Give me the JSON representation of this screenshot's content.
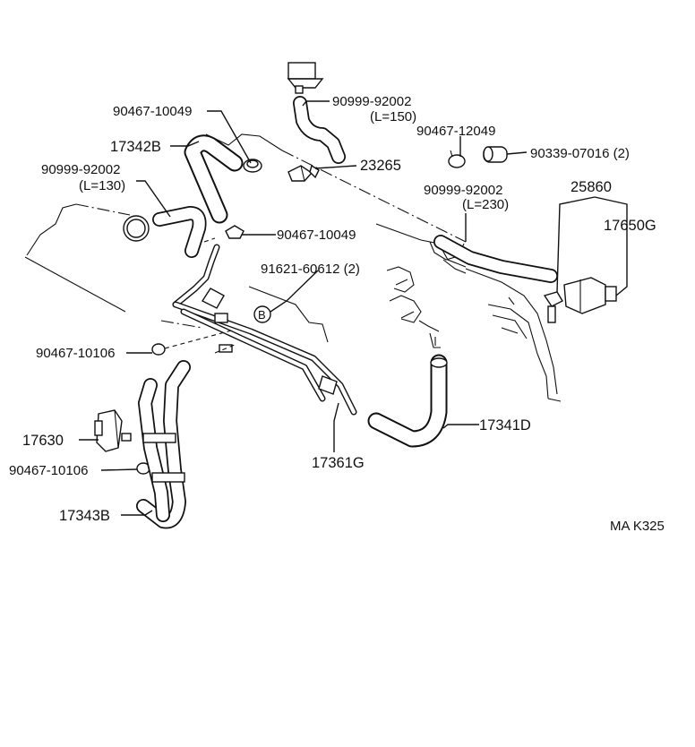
{
  "labels": {
    "p1": "90467-10049",
    "p2": "17342B",
    "p3": "90999-92002",
    "p3_len": "(L=130)",
    "p4": "90999-92002",
    "p4_len": "(L=150)",
    "p5": "23265",
    "p6": "90467-12049",
    "p7": "90339-07016 (2)",
    "p8": "90999-92002",
    "p8_len": "(L=230)",
    "p9": "25860",
    "p10": "17650G",
    "p11": "90467-10049",
    "p12": "91621-60612 (2)",
    "p13": "B",
    "p14": "90467-10106",
    "p15": "17630",
    "p16": "90467-10106",
    "p17": "17343B",
    "p18": "17361G",
    "p19": "17341D",
    "code": "MA K325"
  },
  "colors": {
    "line": "#111111",
    "background": "#ffffff"
  }
}
